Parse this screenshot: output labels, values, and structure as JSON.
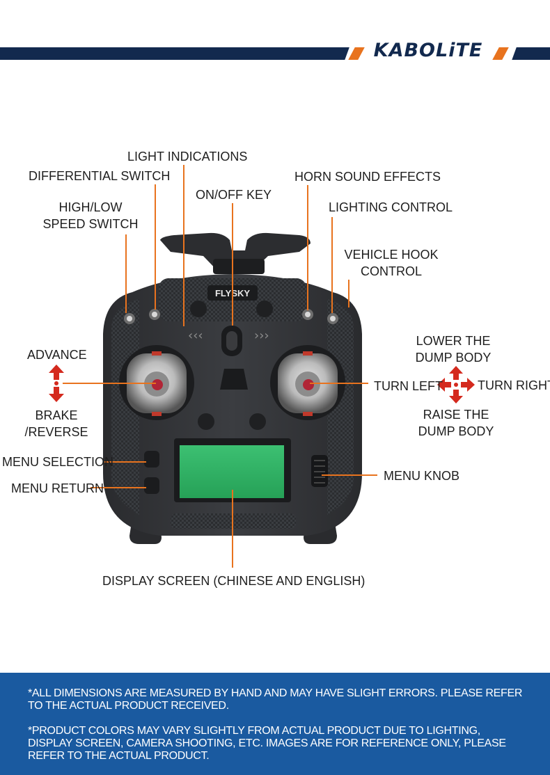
{
  "brand": {
    "logo": "KABOLiTE"
  },
  "remote": {
    "brand_plate": "FLYSKY"
  },
  "labels": {
    "light_indications": "LIGHT INDICATIONS",
    "differential_switch": "DIFFERENTIAL SWITCH",
    "horn_sound_effects": "HORN SOUND EFFECTS",
    "on_off_key": "ON/OFF KEY",
    "high_low_1": "HIGH/LOW",
    "high_low_2": "SPEED SWITCH",
    "lighting_control": "LIGHTING CONTROL",
    "vehicle_hook_1": "VEHICLE HOOK",
    "vehicle_hook_2": "CONTROL",
    "advance": "ADVANCE",
    "brake_1": "BRAKE",
    "brake_2": "/REVERSE",
    "lower_dump_1": "LOWER THE",
    "lower_dump_2": "DUMP BODY",
    "turn_left": "TURN LEFT",
    "turn_right": "TURN RIGHT",
    "raise_dump_1": "RAISE THE",
    "raise_dump_2": "DUMP BODY",
    "menu_selection": "MENU SELECTION",
    "menu_return": "MENU RETURN",
    "menu_knob": "MENU KNOB",
    "display_screen": "DISPLAY SCREEN (CHINESE AND ENGLISH)"
  },
  "notes": {
    "note1_line1": "*ALL DIMENSIONS ARE MEASURED BY HAND AND MAY HAVE SLIGHT ERRORS. PLEASE REFER",
    "note1_line2": "TO THE ACTUAL PRODUCT RECEIVED.",
    "note2_line1": "*PRODUCT COLORS MAY VARY SLIGHTLY FROM ACTUAL PRODUCT DUE TO LIGHTING,",
    "note2_line2": "DISPLAY SCREEN, CAMERA SHOOTING, ETC. IMAGES ARE FOR REFERENCE ONLY, PLEASE",
    "note2_line3": "REFER TO THE ACTUAL PRODUCT."
  },
  "colors": {
    "navy": "#12294e",
    "orange": "#e8731e",
    "panel_blue": "#1a5aa0",
    "arrow_red": "#d42a1e",
    "screen_green": "#2fae62"
  }
}
